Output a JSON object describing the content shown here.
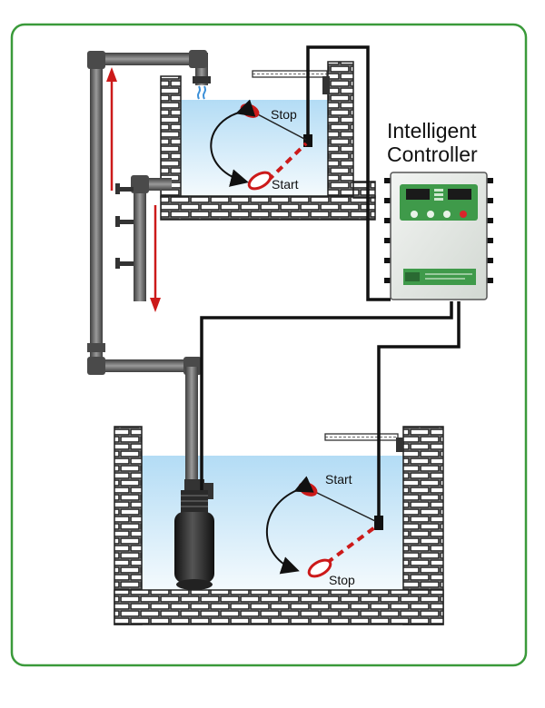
{
  "controller": {
    "title_line1": "Intelligent",
    "title_line2": "Controller"
  },
  "upper_tank": {
    "float_stop_label": "Stop",
    "float_start_label": "Start"
  },
  "lower_tank": {
    "float_start_label": "Start",
    "float_stop_label": "Stop"
  },
  "colors": {
    "frame_border": "#3a9a3a",
    "water": "#bfe0f5",
    "pipe": "#5a5a5a",
    "cable": "#111111",
    "arrow": "#cc1a1a",
    "float": "#cc1a1a",
    "controller_body": "#e3e8e3",
    "controller_panel": "#3f9a4a"
  }
}
